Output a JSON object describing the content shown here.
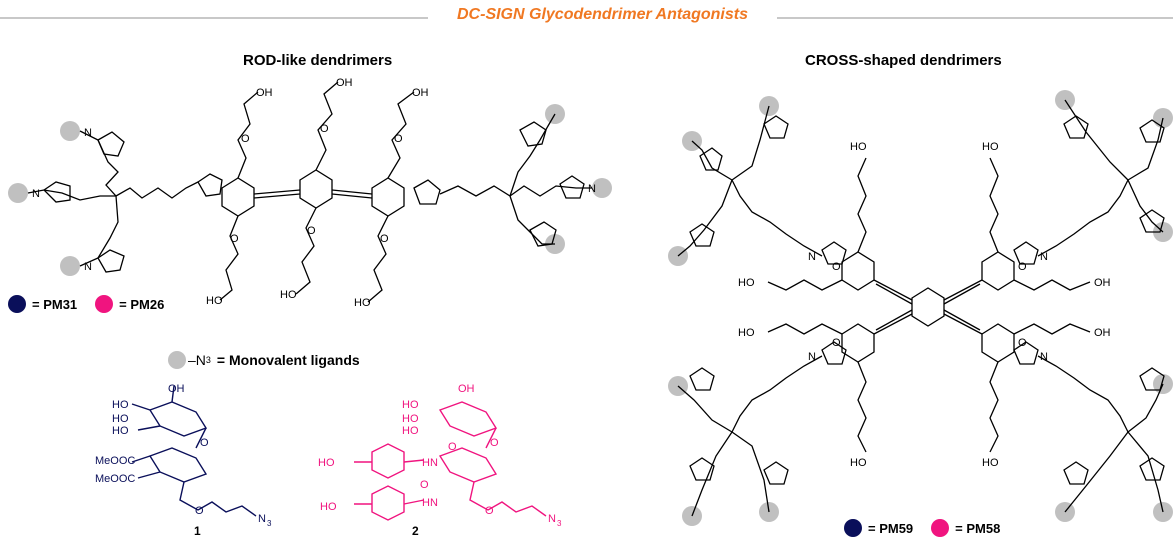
{
  "title": "DC-SIGN Glycodendrimer Antagonists",
  "rod": {
    "heading": "ROD-like dendrimers",
    "legend": [
      {
        "color": "#0a0f5a",
        "label": "= PM31"
      },
      {
        "color": "#f0147f",
        "label": "= PM26"
      }
    ]
  },
  "cross": {
    "heading": "CROSS-shaped dendrimers",
    "legend": [
      {
        "color": "#0a0f5a",
        "label": "= PM59"
      },
      {
        "color": "#f0147f",
        "label": "= PM58"
      }
    ]
  },
  "monovalent": {
    "prefix": "–N",
    "subscript": "3",
    "label": "=  Monovalent ligands"
  },
  "compounds": {
    "c1": "1",
    "c2": "2",
    "atoms_blue": [
      "HO",
      "OH",
      "HO",
      "HO",
      "MeOOC",
      "MeOOC",
      "O",
      "O",
      "N"
    ],
    "atoms_pink": [
      "HO",
      "OH",
      "HO",
      "HO",
      "O",
      "HN",
      "O",
      "HN",
      "HO",
      "HO",
      "O",
      "O",
      "N"
    ],
    "sub3": "3"
  },
  "atoms": {
    "oh": "OH",
    "ho": "HO",
    "o": "O",
    "n": "N"
  },
  "colors": {
    "title": "#f07822",
    "navy": "#0a0f5a",
    "pink": "#f0147f",
    "ligand_dot": "#c0c0c0"
  }
}
